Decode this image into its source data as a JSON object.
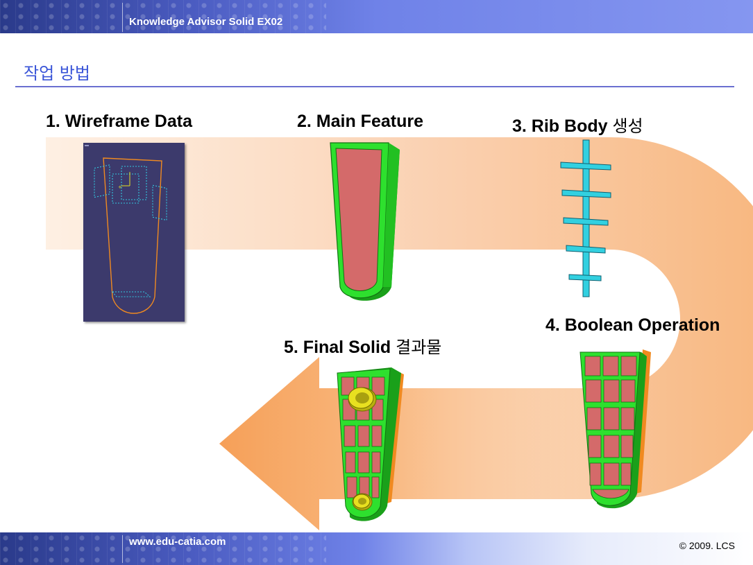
{
  "header": {
    "title": "Knowledge Advisor Solid EX02"
  },
  "section": {
    "title": "작업 방법"
  },
  "steps": [
    {
      "label": "1. Wireframe Data",
      "suffix": ""
    },
    {
      "label": "2. Main Feature",
      "suffix": ""
    },
    {
      "label": "3. Rib Body",
      "suffix": "생성"
    },
    {
      "label": "4. Boolean Operation",
      "suffix": ""
    },
    {
      "label": "5. Final Solid",
      "suffix": "결과물"
    }
  ],
  "colors": {
    "accent": "#3a55d8",
    "arrow": "#f8b070",
    "solid_green": "#22dd22",
    "inner_red": "#d46a6a",
    "rib_cyan": "#32d0e0",
    "hole_yellow": "#e8e020",
    "edge_orange": "#f08a20",
    "wire_bg": "#3c3a6c"
  },
  "footer": {
    "url": "www.edu-catia.com",
    "copyright": "© 2009. LCS"
  }
}
